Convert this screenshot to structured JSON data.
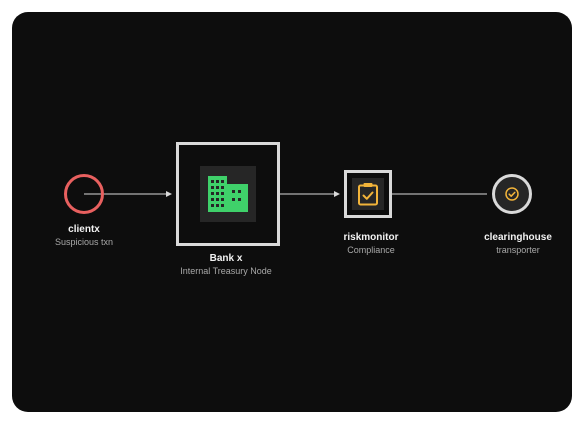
{
  "nodes": {
    "clientx": {
      "title": "clientx",
      "subtitle": "Suspicious txn",
      "status_color": "#e8605f"
    },
    "bank": {
      "title": "Bank x",
      "subtitle": "Internal Treasury Node",
      "icon": "building-icon",
      "accent_color": "#3fd16a"
    },
    "riskmonitor": {
      "title": "riskmonitor",
      "subtitle": "Compliance",
      "icon": "clipboard-check-icon",
      "accent_color": "#f2b43a"
    },
    "clearinghouse": {
      "title": "clearinghouse",
      "subtitle": "transporter",
      "icon": "check-circle-icon",
      "accent_color": "#f2b43a"
    }
  },
  "edges": [
    {
      "from": "clientx",
      "to": "bank"
    },
    {
      "from": "bank",
      "to": "riskmonitor"
    },
    {
      "from": "riskmonitor",
      "to": "clearinghouse"
    }
  ],
  "colors": {
    "canvas_background": "#0d0d0d",
    "node_border": "#d9d9d9",
    "edge": "#d9d9d9",
    "icon_tile": "#262626"
  }
}
